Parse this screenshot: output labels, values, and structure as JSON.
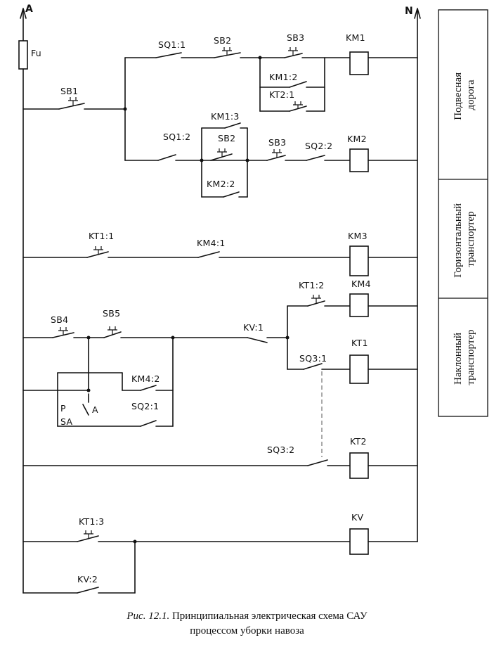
{
  "rails": {
    "left": "A",
    "right": "N"
  },
  "fuse": "Fu",
  "labels": {
    "sq1_1": "SQ1:1",
    "sb2": "SB2",
    "sb3": "SB3",
    "km1": "KM1",
    "km1_2": "KM1:2",
    "kt2_1": "KT2:1",
    "sb1": "SB1",
    "km1_3": "KM1:3",
    "sb2_b": "SB2",
    "sq1_2": "SQ1:2",
    "sb3_b": "SB3",
    "sq2_2": "SQ2:2",
    "km2": "KM2",
    "km2_2": "KM2:2",
    "kt1_1": "KT1:1",
    "km4_1": "KM4:1",
    "km3": "KM3",
    "kt1_2": "KT1:2",
    "km4": "KM4",
    "sb4": "SB4",
    "sb5": "SB5",
    "kv_1": "KV:1",
    "sq3_1": "SQ3:1",
    "kt1": "KT1",
    "km4_2": "KM4:2",
    "sq2_1": "SQ2:1",
    "p": "P",
    "a": "A",
    "sa": "SA",
    "sq3_2": "SQ3:2",
    "kt2": "KT2",
    "kt1_3": "KT1:3",
    "kv": "KV",
    "kv_2": "KV:2"
  },
  "sections": [
    "Подвесная дорога",
    "Горизонтальный транспортер",
    "Наклонный транспортер"
  ],
  "caption": {
    "prefix": "Рис. 12.1.",
    "line1": "Принципиальная электрическая схема САУ",
    "line2": "процессом уборки навоза"
  }
}
